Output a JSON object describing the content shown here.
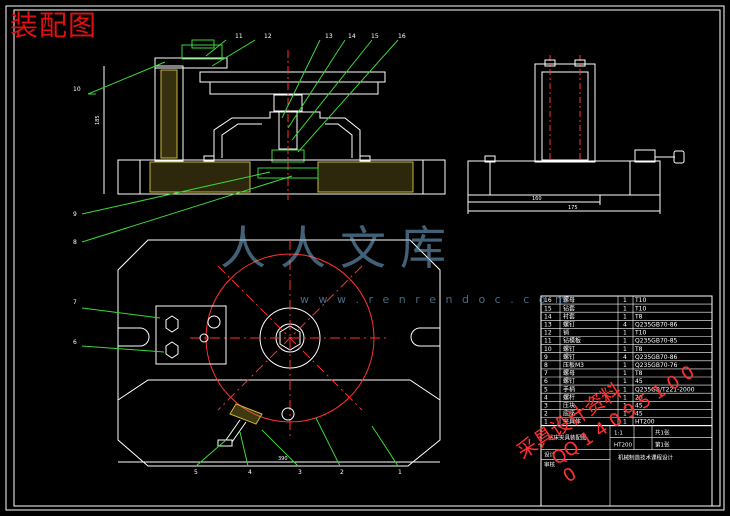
{
  "title": "装配图",
  "watermark": {
    "brand": "人人文库",
    "site": "w w w . r e n r e n d o c . c o m",
    "red_line1": "采具设计资料",
    "red_line2": "QQ 1 4 0 9 5 1 0 0 0"
  },
  "dims": {
    "front_height": "185",
    "side_width_inner": "160",
    "side_width_outer": "175",
    "plan_dim": "390"
  },
  "front_labels": [
    "10",
    "11",
    "12",
    "13",
    "14",
    "15",
    "16",
    "9",
    "8"
  ],
  "plan_labels": [
    "7",
    "6",
    "5",
    "4",
    "3",
    "2",
    "1"
  ],
  "bom": [
    {
      "no": "16",
      "name": "螺母",
      "qty": "1",
      "mat": "T10",
      "note": ""
    },
    {
      "no": "15",
      "name": "钻套",
      "qty": "1",
      "mat": "T10",
      "note": ""
    },
    {
      "no": "14",
      "name": "衬套",
      "qty": "1",
      "mat": "T8",
      "note": ""
    },
    {
      "no": "13",
      "name": "螺钉",
      "qty": "4",
      "mat": "Q235",
      "note": "GB70-86"
    },
    {
      "no": "12",
      "name": "销",
      "qty": "1",
      "mat": "T10",
      "note": ""
    },
    {
      "no": "11",
      "name": "钻模板",
      "qty": "1",
      "mat": "Q235",
      "note": "GB70-85"
    },
    {
      "no": "10",
      "name": "螺钉",
      "qty": "1",
      "mat": "T8",
      "note": ""
    },
    {
      "no": "9",
      "name": "螺钉",
      "qty": "4",
      "mat": "Q235",
      "note": "GB70-86"
    },
    {
      "no": "8",
      "name": "压板M3",
      "qty": "1",
      "mat": "Q235",
      "note": "GB70-76"
    },
    {
      "no": "7",
      "name": "螺母",
      "qty": "1",
      "mat": "T8",
      "note": ""
    },
    {
      "no": "6",
      "name": "螺钉",
      "qty": "1",
      "mat": "45",
      "note": ""
    },
    {
      "no": "5",
      "name": "手柄",
      "qty": "1",
      "mat": "Q235",
      "note": "GB/T221-2000"
    },
    {
      "no": "4",
      "name": "螺杆",
      "qty": "1",
      "mat": "20",
      "note": ""
    },
    {
      "no": "3",
      "name": "压块",
      "qty": "1",
      "mat": "45",
      "note": ""
    },
    {
      "no": "2",
      "name": "底座",
      "qty": "1",
      "mat": "45",
      "note": ""
    },
    {
      "no": "1",
      "name": "夹具体",
      "qty": "1",
      "mat": "HT200",
      "note": ""
    }
  ],
  "title_block": {
    "drawing_name": "钻床夹具装配图",
    "scale_label": "1:1",
    "sheet1": "共1张",
    "material": "HT200",
    "sheet2": "第1张",
    "designer": "设计",
    "checker": "审核",
    "school": "机械制造技术课程设计"
  }
}
